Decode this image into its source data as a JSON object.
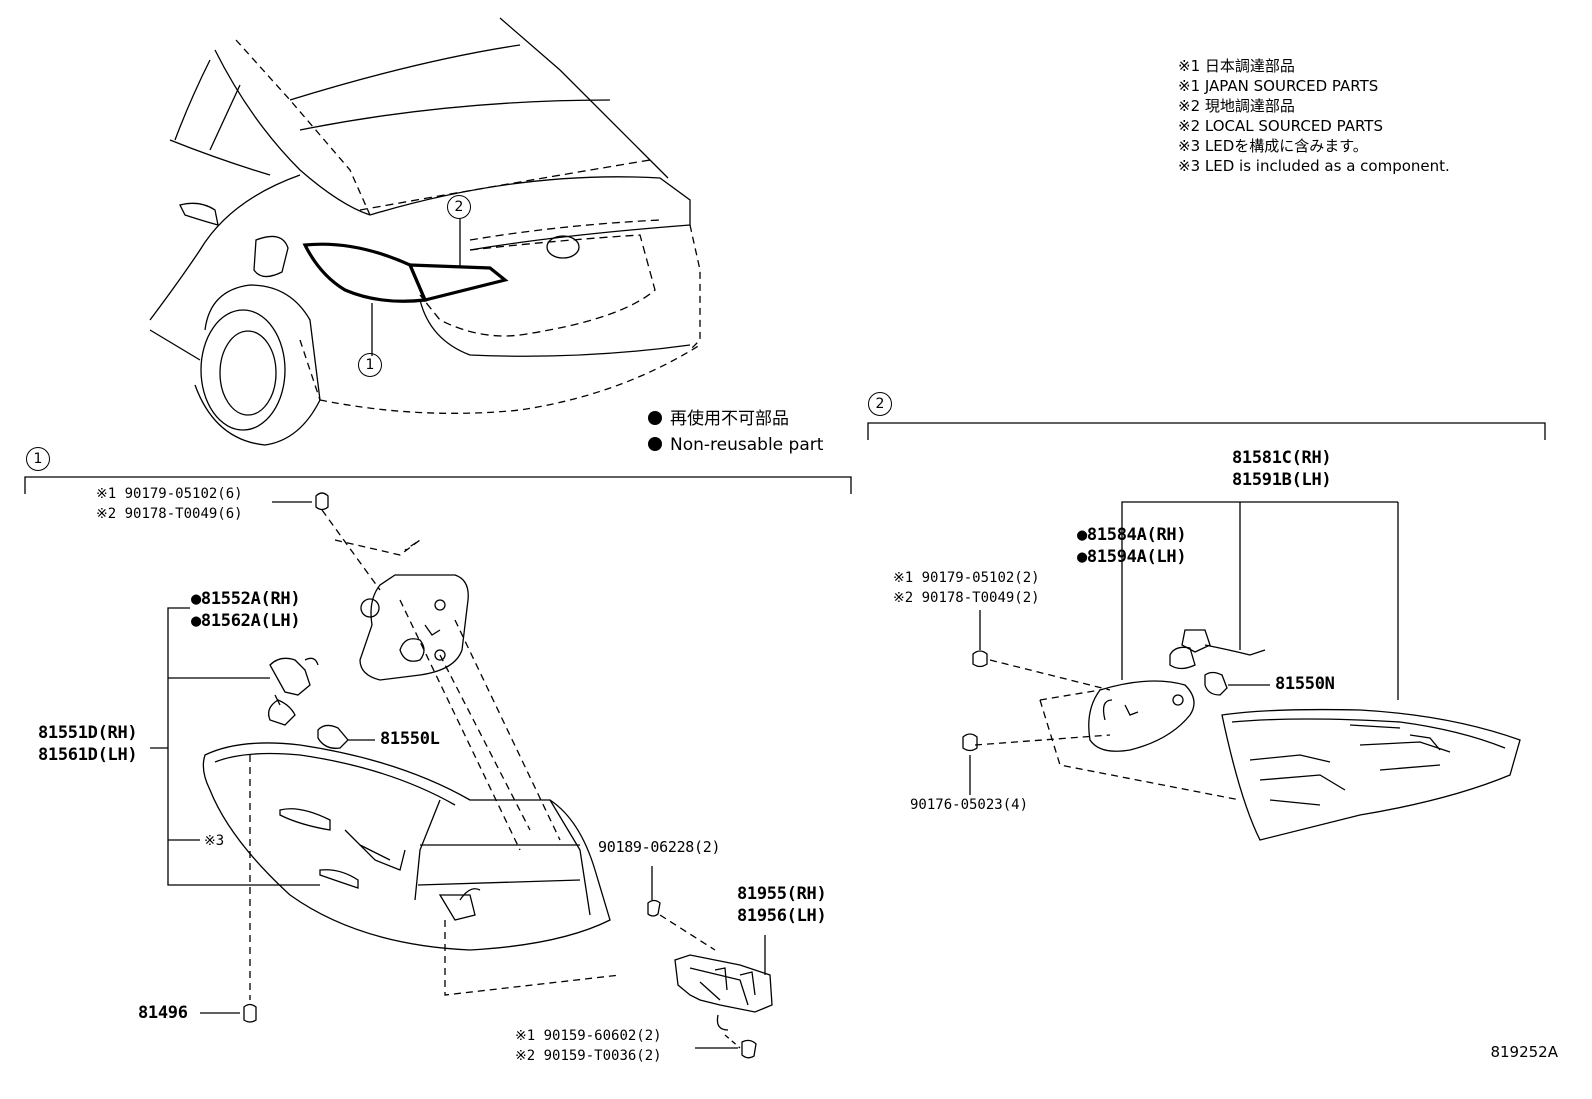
{
  "notes": [
    "※1 日本調達部品",
    "※1 JAPAN SOURCED PARTS",
    "※2 現地調達部品",
    "※2 LOCAL SOURCED PARTS",
    "※3 LEDを構成に含みます。",
    "※3 LED is included as a component."
  ],
  "legend": {
    "jp": "再使用不可部品",
    "en": "Non-reusable part"
  },
  "sections": {
    "s1": "1",
    "s2": "2"
  },
  "callouts": {
    "c1": "1",
    "c2": "2"
  },
  "section1": {
    "bolt_top_a": "※1 90179-05102(6)",
    "bolt_top_b": "※2 90178-T0049(6)",
    "socket_rh": "●81552A(RH)",
    "socket_lh": "●81562A(LH)",
    "lamp_rh": "81551D(RH)",
    "lamp_lh": "81561D(LH)",
    "led_note": "※3",
    "bulb": "81550L",
    "screw": "90189-06228(2)",
    "bracket_rh": "81955(RH)",
    "bracket_lh": "81956(LH)",
    "clip": "81496",
    "bolt_bottom_a": "※1 90159-60602(2)",
    "bolt_bottom_b": "※2 90159-T0036(2)"
  },
  "section2": {
    "lamp_rh": "81581C(RH)",
    "lamp_lh": "81591B(LH)",
    "socket_rh": "●81584A(RH)",
    "socket_lh": "●81594A(LH)",
    "nut_a": "※1 90179-05102(2)",
    "nut_b": "※2 90178-T0049(2)",
    "bulb": "81550N",
    "clip": "90176-05023(4)"
  },
  "diagram_code": "819252A"
}
